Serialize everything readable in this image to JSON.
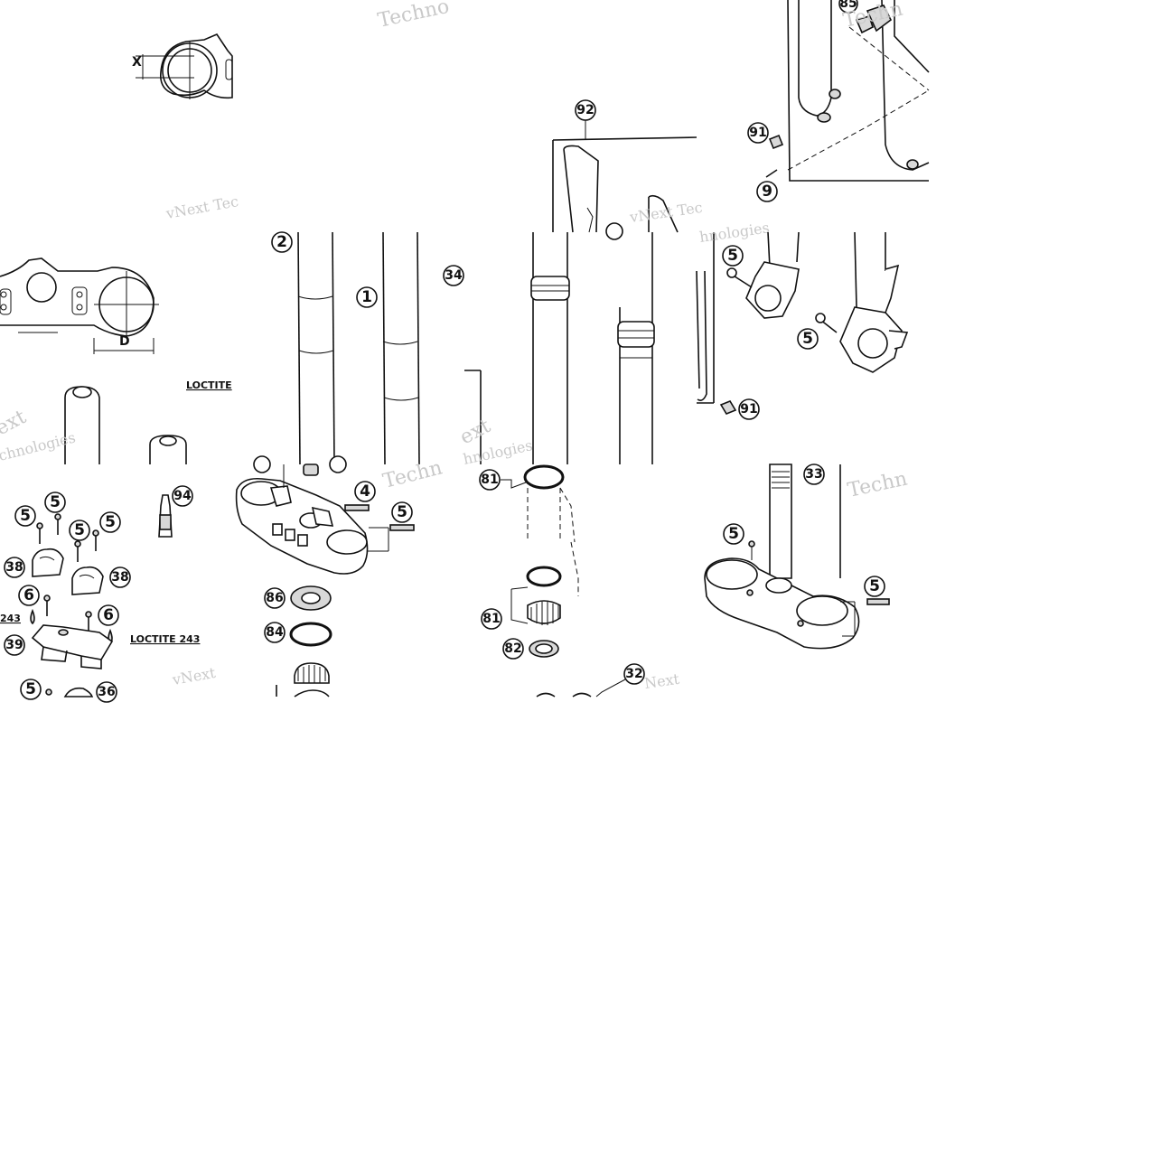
{
  "callouts": {
    "c1": "1",
    "c2": "2",
    "c4": "4",
    "c5a": "5",
    "c5b": "5",
    "c5c": "5",
    "c5d": "5",
    "c5e": "5",
    "c5f": "5",
    "c5g": "5",
    "c5h": "5",
    "c5i": "5",
    "c5j": "5",
    "c6a": "6",
    "c6b": "6",
    "c9": "9",
    "c32": "32",
    "c33": "33",
    "c34": "34",
    "c36": "36",
    "c38a": "38",
    "c38b": "38",
    "c39": "39",
    "c81a": "81",
    "c81b": "81",
    "c82": "82",
    "c84": "84",
    "c85": "85",
    "c86": "86",
    "c91a": "91",
    "c91b": "91",
    "c92": "92",
    "c94": "94"
  },
  "notes": {
    "loctite_243": "LOCTITE 243",
    "loctite_cut": "LOCTITE",
    "num_243": "243"
  },
  "dimensions": {
    "x": "X",
    "d": "D"
  },
  "watermarks": {
    "w1": "Techno",
    "w2": "vNext Tec",
    "w3": "vNext Tec",
    "w4": "hnologies",
    "w5": "Techn",
    "w6": "ext",
    "w7": "chnologies",
    "w8": "Techn",
    "w9": "Techn",
    "w10": "vNext",
    "w11": "Next",
    "w12": "ext",
    "w13": "hnologies"
  }
}
